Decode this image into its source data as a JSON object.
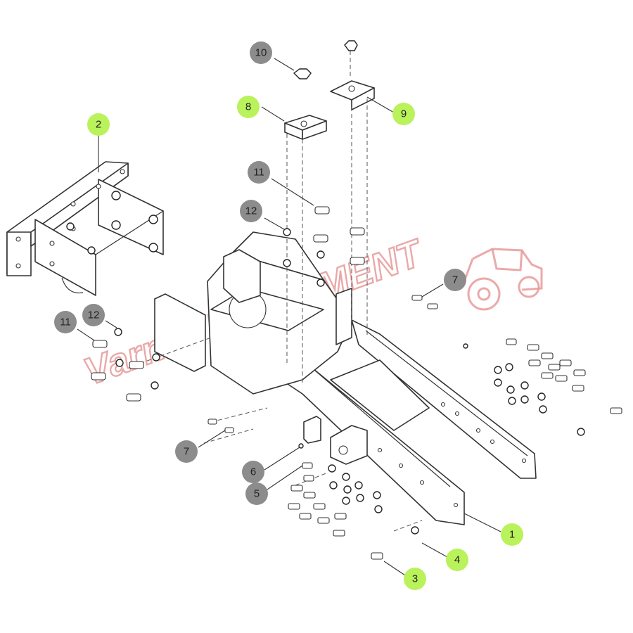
{
  "diagram": {
    "watermark": "Varner EQUIPMENT",
    "colors": {
      "assembly_callout": "#b9f25a",
      "hardware_callout": "#8c8c8c",
      "watermark": "#e79a9a",
      "line": "#333333"
    },
    "callouts": [
      {
        "id": "c1",
        "label": "1",
        "kind": "assembly"
      },
      {
        "id": "c2",
        "label": "2",
        "kind": "assembly"
      },
      {
        "id": "c3",
        "label": "3",
        "kind": "assembly"
      },
      {
        "id": "c4",
        "label": "4",
        "kind": "assembly"
      },
      {
        "id": "c5",
        "label": "5",
        "kind": "hardware"
      },
      {
        "id": "c6",
        "label": "6",
        "kind": "hardware"
      },
      {
        "id": "c7a",
        "label": "7",
        "kind": "hardware"
      },
      {
        "id": "c7b",
        "label": "7",
        "kind": "hardware"
      },
      {
        "id": "c8",
        "label": "8",
        "kind": "assembly"
      },
      {
        "id": "c9",
        "label": "9",
        "kind": "assembly"
      },
      {
        "id": "c10",
        "label": "10",
        "kind": "hardware"
      },
      {
        "id": "c11a",
        "label": "11",
        "kind": "hardware"
      },
      {
        "id": "c11b",
        "label": "11",
        "kind": "hardware"
      },
      {
        "id": "c12a",
        "label": "12",
        "kind": "hardware"
      },
      {
        "id": "c12b",
        "label": "12",
        "kind": "hardware"
      }
    ]
  }
}
